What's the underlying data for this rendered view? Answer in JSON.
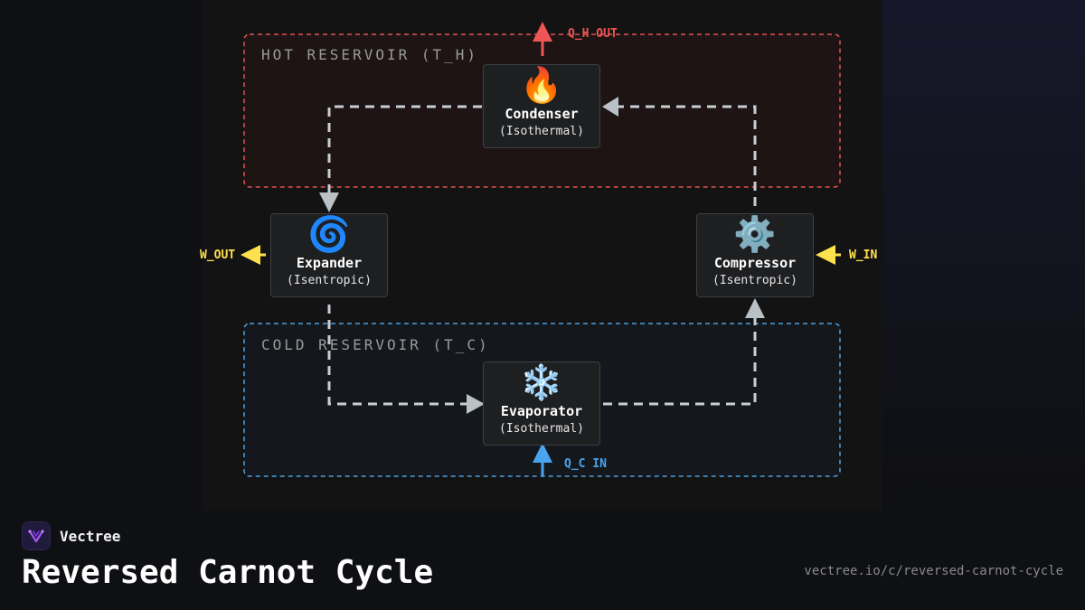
{
  "brand": {
    "name": "Vectree",
    "logo": "vectree-logo-icon"
  },
  "title": "Reversed Carnot Cycle",
  "url": "vectree.io/c/reversed-carnot-cycle",
  "regions": {
    "hot": {
      "label": "HOT RESERVOIR (T_H)",
      "color": "#e05252"
    },
    "cold": {
      "label": "COLD RESERVOIR (T_C)",
      "color": "#4a9fe0"
    }
  },
  "nodes": {
    "condenser": {
      "emoji": "🔥",
      "name": "Condenser",
      "sub": "(Isothermal)",
      "icon": "flame-icon"
    },
    "expander": {
      "emoji": "🌀",
      "name": "Expander",
      "sub": "(Isentropic)",
      "icon": "cyclone-icon"
    },
    "compressor": {
      "emoji": "⚙️",
      "name": "Compressor",
      "sub": "(Isentropic)",
      "icon": "gear-icon"
    },
    "evaporator": {
      "emoji": "❄️",
      "name": "Evaporator",
      "sub": "(Isothermal)",
      "icon": "snowflake-icon"
    }
  },
  "flows": {
    "q_h_out": {
      "label": "Q_H OUT",
      "color": "#ee5555"
    },
    "q_c_in": {
      "label": "Q_C IN",
      "color": "#4aa3ee"
    },
    "w_out": {
      "label": "W_OUT",
      "color": "#ffe14d"
    },
    "w_in": {
      "label": "W_IN",
      "color": "#ffe14d"
    }
  },
  "colors": {
    "cycle_path": "#c7ced4",
    "background": "#0f1013",
    "panel": "#131313"
  }
}
